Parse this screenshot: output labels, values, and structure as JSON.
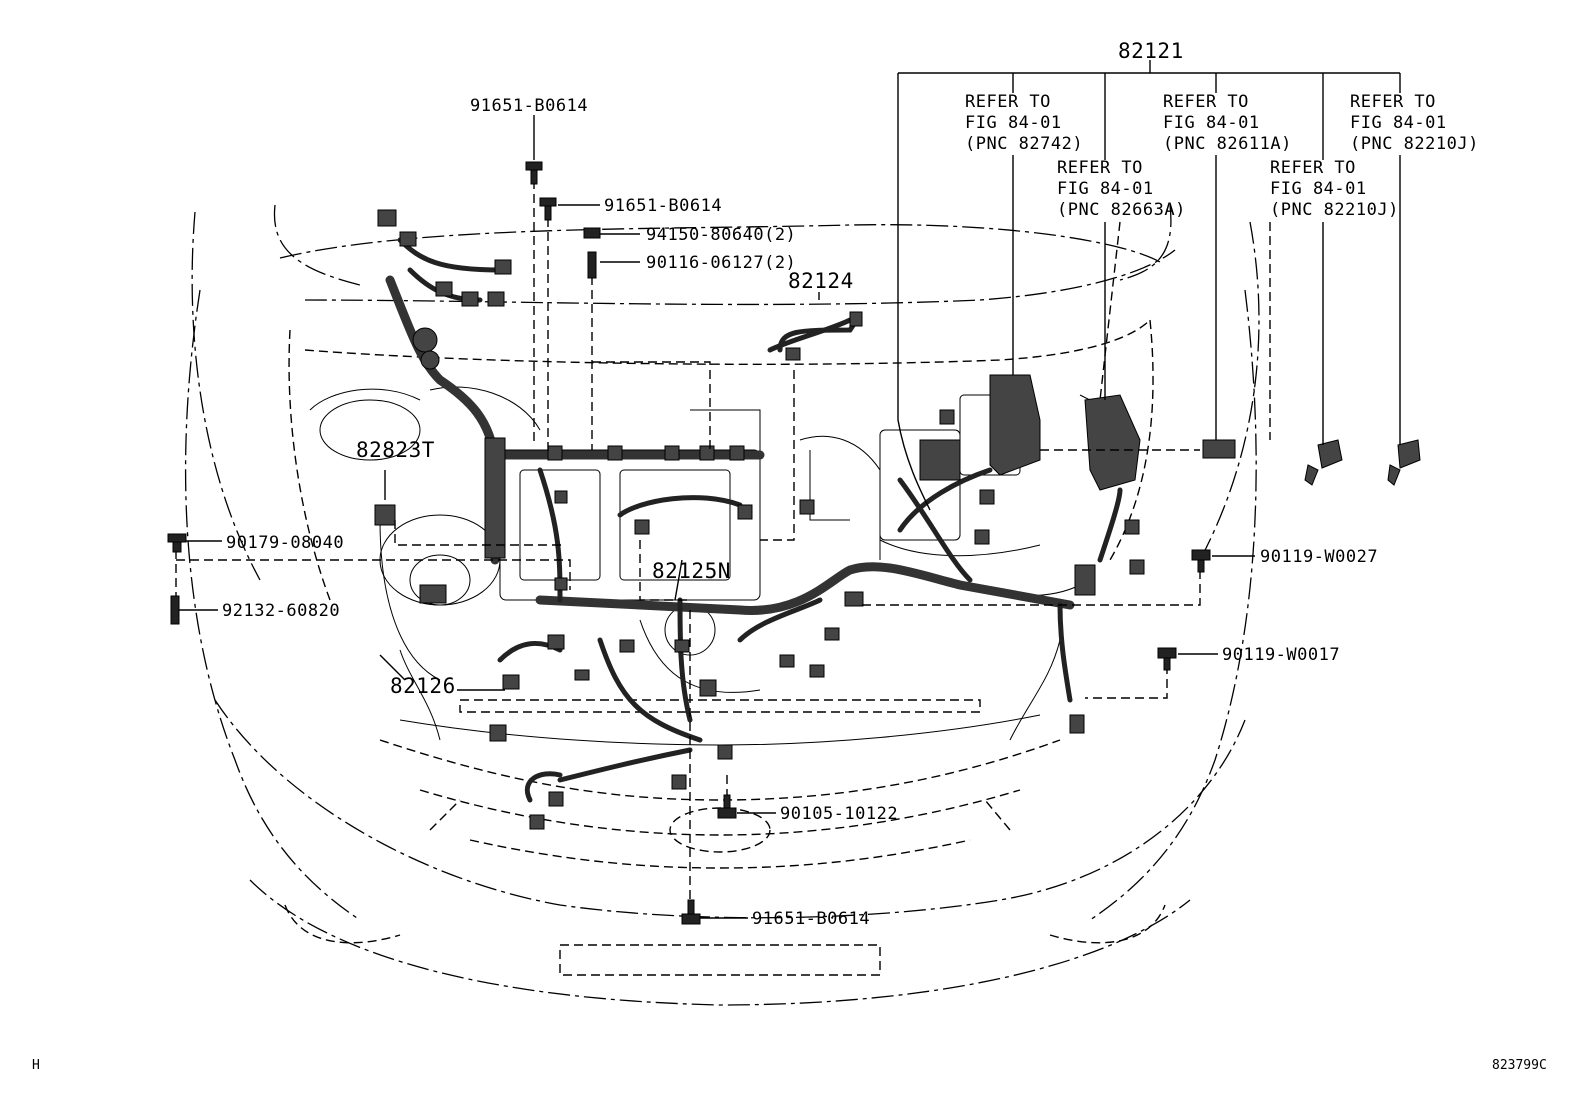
{
  "diagram": {
    "footer": {
      "left": "H",
      "right": "823799C"
    },
    "part_numbers": {
      "main_harness": "82121",
      "sub_82124": "82124",
      "sub_82823T": "82823T",
      "sub_82125N": "82125N",
      "sub_82126": "82126"
    },
    "refer_notes": [
      {
        "line1": "REFER TO",
        "line2": "FIG 84-01",
        "line3": "(PNC 82742)"
      },
      {
        "line1": "REFER TO",
        "line2": "FIG 84-01",
        "line3": "(PNC 82663A)"
      },
      {
        "line1": "REFER TO",
        "line2": "FIG 84-01",
        "line3": "(PNC 82611A)"
      },
      {
        "line1": "REFER TO",
        "line2": "FIG 84-01",
        "line3": "(PNC 82210J)"
      },
      {
        "line1": "REFER TO",
        "line2": "FIG 84-01",
        "line3": "(PNC 82210J)"
      }
    ],
    "fasteners": {
      "bolt_top": "91651-B0614",
      "bolt_second": "91651-B0614",
      "nut_94150": "94150-80640(2)",
      "stud_90116": "90116-06127(2)",
      "bolt_90179": "90179-08040",
      "stud_92132": "92132-60820",
      "bolt_90119_w0027": "90119-W0027",
      "bolt_90119_w0017": "90119-W0017",
      "bolt_90105": "90105-10122",
      "bolt_bottom": "91651-B0614"
    }
  }
}
